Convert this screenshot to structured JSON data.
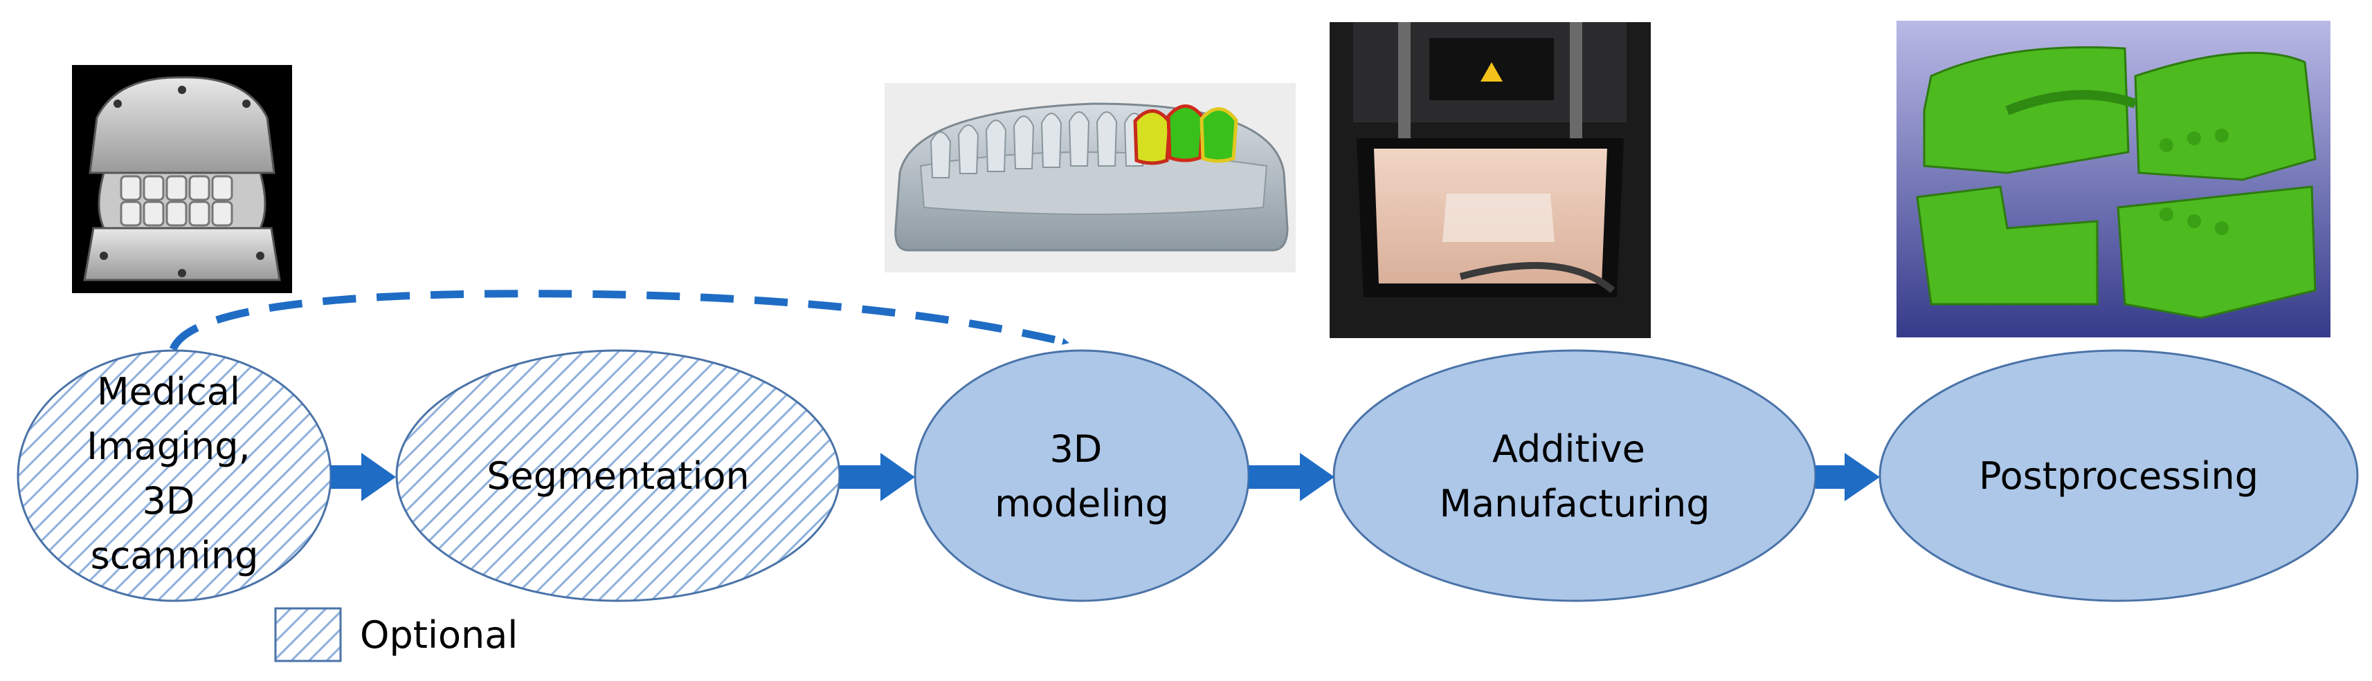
{
  "colors": {
    "node_fill": "#adc7e8",
    "node_stroke": "#4a73a8",
    "hatch_line": "#8fb0dc",
    "arrow": "#1f6cc4",
    "green_model": "#49b01d",
    "plate_bg": "#3a3f8f"
  },
  "nodes": [
    {
      "id": "medical-imaging",
      "label_lines": [
        "Medical",
        "Imaging,",
        "3D",
        "scanning"
      ],
      "optional": true
    },
    {
      "id": "segmentation",
      "label_lines": [
        "Segmentation"
      ],
      "optional": true
    },
    {
      "id": "3d-modeling",
      "label_lines": [
        "3D",
        "modeling"
      ],
      "optional": false
    },
    {
      "id": "additive-manufacturing",
      "label_lines": [
        "Additive",
        "Manufacturing"
      ],
      "optional": false
    },
    {
      "id": "postprocessing",
      "label_lines": [
        "Postprocessing"
      ],
      "optional": false
    }
  ],
  "legend": {
    "label": "Optional"
  },
  "images": [
    {
      "id": "dental-cast-photo",
      "icon": "dental-cast-photo"
    },
    {
      "id": "dental-arch-model",
      "icon": "dental-arch-render"
    },
    {
      "id": "3d-printer-photo",
      "icon": "resin-printer-photo"
    },
    {
      "id": "green-mold-render",
      "icon": "mold-render"
    }
  ]
}
